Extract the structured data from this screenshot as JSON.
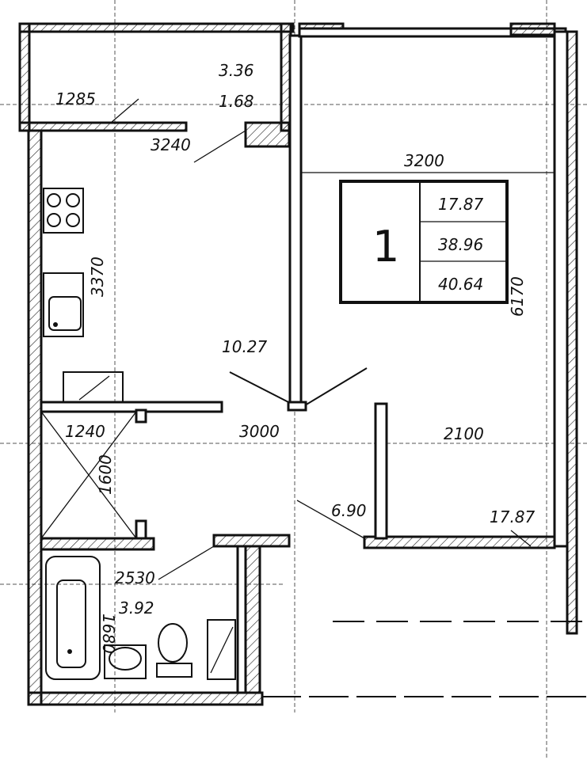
{
  "balcony": {
    "area_full": "3.36",
    "area_reduced": "1.68",
    "width": "1285"
  },
  "kitchen": {
    "width": "3240",
    "length": "3370",
    "area": "10.27"
  },
  "living_room": {
    "width": "3200",
    "length": "6170",
    "width_lower": "2100",
    "area": "17.87"
  },
  "hall": {
    "width": "3000",
    "area": "6.90"
  },
  "wardrobe": {
    "width": "1240",
    "length": "1600"
  },
  "bathroom": {
    "width": "2530",
    "length": "1680",
    "area": "3.92"
  },
  "summary": {
    "rooms": "1",
    "living_area": "17.87",
    "total_area": "38.96",
    "total_with_balcony": "40.64"
  }
}
